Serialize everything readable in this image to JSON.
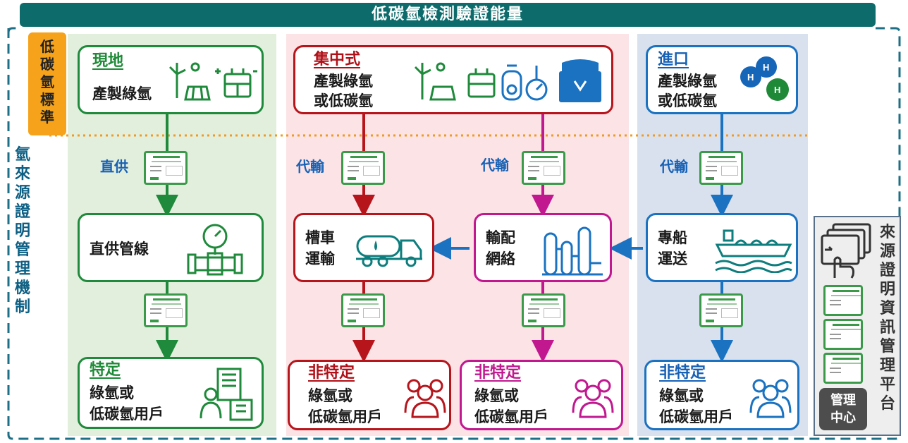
{
  "banner": "低碳氫檢測驗證能量",
  "standard_label": "低碳氫標準",
  "origin_label": "氫來源證明管理機制",
  "sources": {
    "local": {
      "title": "現地",
      "line1": "產製綠氫"
    },
    "central": {
      "title": "集中式",
      "line1": "產製綠氫",
      "line2": "或低碳氫"
    },
    "import": {
      "title": "進口",
      "line1": "產製綠氫",
      "line2": "或低碳氫"
    }
  },
  "transport_labels": {
    "direct": "直供",
    "proxy1": "代輸",
    "proxy2": "代輸",
    "proxy3": "代輸"
  },
  "middle_nodes": {
    "pipeline": {
      "line1": "直供管線"
    },
    "truck": {
      "line1": "槽車",
      "line2": "運輸"
    },
    "network": {
      "line1": "輸配",
      "line2": "網絡"
    },
    "ship": {
      "line1": "專船",
      "line2": "運送"
    }
  },
  "users": {
    "specific": {
      "title": "特定",
      "line1": "綠氫或",
      "line2": "低碳氫用戶"
    },
    "nonspec1": {
      "title": "非特定",
      "line1": "綠氫或",
      "line2": "低碳氫用戶"
    },
    "nonspec2": {
      "title": "非特定",
      "line1": "綠氫或",
      "line2": "低碳氫用戶"
    },
    "nonspec3": {
      "title": "非特定",
      "line1": "綠氫或",
      "line2": "低碳氫用戶"
    }
  },
  "platform": {
    "title": "來源證明資訊管理平台",
    "center": "管理中心"
  },
  "colors": {
    "green": "#1f8a3b",
    "red": "#b7151c",
    "magenta": "#c1188f",
    "blue": "#1a72c0",
    "teal": "#0e6b6b",
    "orange": "#f6a31b"
  }
}
